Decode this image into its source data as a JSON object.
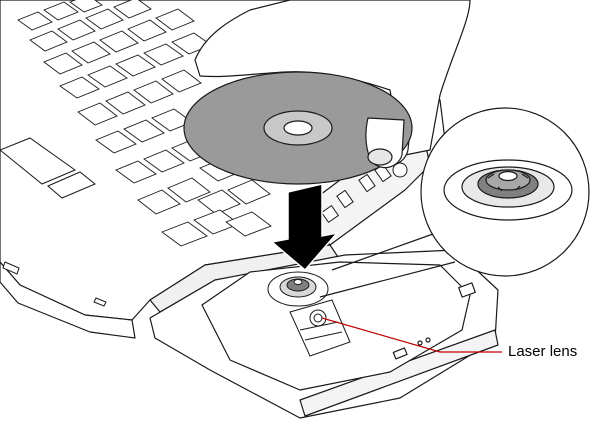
{
  "callout": {
    "label": "Laser lens"
  },
  "colors": {
    "outline": "#1a1a1a",
    "disc_fill": "#9a9a9a",
    "disc_light": "#c8c8c8",
    "body_fill": "#ffffff",
    "arrow_fill": "#000000",
    "leader_line": "#c00000",
    "spindle_fill": "#808080"
  },
  "icons": {
    "insert_direction": "down-arrow",
    "detail_inset": "magnified-spindle"
  }
}
